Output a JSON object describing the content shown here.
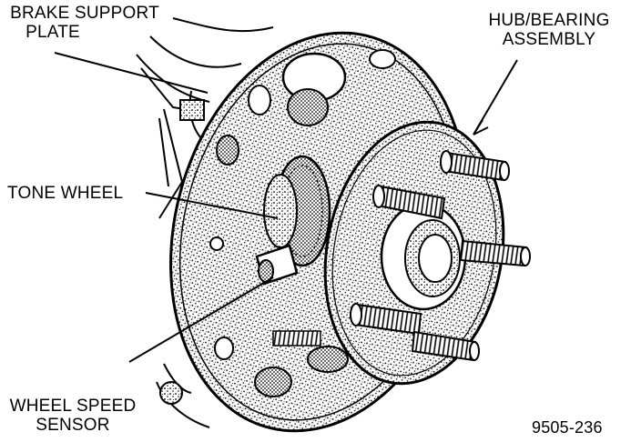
{
  "labels": {
    "brake_support_plate": [
      "BRAKE SUPPORT",
      "PLATE"
    ],
    "hub_bearing_assembly": [
      "HUB/BEARING",
      "ASSEMBLY"
    ],
    "tone_wheel": "TONE WHEEL",
    "wheel_speed_sensor": [
      "WHEEL SPEED",
      "SENSOR"
    ]
  },
  "figure_number": "9505-236",
  "colors": {
    "ink": "#000000",
    "paper": "#ffffff"
  }
}
